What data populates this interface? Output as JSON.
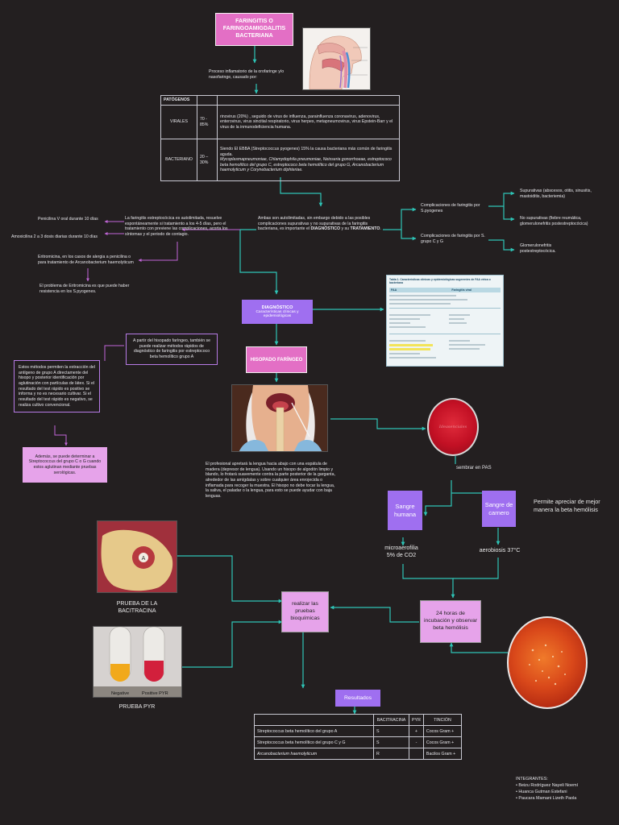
{
  "title": "FARINGITIS O FARINGOAMIGDALITIS BACTERIANA",
  "intro": "Proceso inflamatorio de la orofaringe y/o nasofaringe, causado por:",
  "pathogens_table": {
    "header": "PATÓGENOS",
    "rows": [
      {
        "type": "VIRALES",
        "percent": "70 - 85%",
        "text": "rinovirus (20%) , seguido de virus de influenza, parainfluenza coronavirus, adenovirus, enterovirus, virus sincitial respiratorio, virus herpes, metapneumovirus, virus Epstein-Barr y el virus de la inmunodeficiencia humana."
      },
      {
        "type": "BACTERIANO",
        "percent": "20 – 30%",
        "text_line1": "Siendo El EBBA (Streptococcus pyogenes) 15% la causa bacteriana más común de faringitis aguda.",
        "text_line2": "Mycoplasmapneumoniae, Chlamydophila pneumoniae, Neisseria gonorrhoeae, estreptococo beta hemolítico del grupo C, estreptococo beta hemolítico del grupo G, Arcanobacterium haemolyticum y Corynebacterium diphteriae."
      }
    ]
  },
  "center_text": {
    "before": "Ambas son autolimitadas, sin embargo debido a las posibles complicaciones supurativas y no supurativas de la faringitis bacteriana, es importante el ",
    "diagnostico": "DIAGNÓSTICO",
    "middle": " y su ",
    "tratamiento": "TRATAMIENTO",
    "after": "."
  },
  "treatment": {
    "intro": "La faringitis estreptocócica es autolimitada, resuelve espontáneamente si tratamiento a los 4-5 días, pero el tratamiento con previene las complicaciones, acorta los síntomas y el periodo de contagio.",
    "penicilina": "Penicilina V oral durante 10 días",
    "amoxicilina": "Amoxicilina 2 a 3 dosis diarias durante 10 días",
    "eritromicina": "Eritromicina, en los casos de alergia a penicilina o para tratamiento de Arcanobacterium haemolyticum",
    "problem": "El problema de Eritromicina es que puede haber resistencia en los S.pyogenes."
  },
  "complications": {
    "pyogenes": "Complicaciones de faringitis por S.pyogenes",
    "grupo_cg": "Complicaciones de faringitis por S. grupo C y G",
    "supurativas": "Supurativas (abscesos, otitis, sinusitis, mastoiditis, bacteriemia)",
    "no_supurativas": "No supurativas (fiebre reumática, glomerulonefritis postestreptocócica)",
    "glomerulo": "Glomerulonefritis postestreptocócica."
  },
  "diagnostico_box": {
    "title": "DIAGNÓSTICO",
    "subtitle": "Características clínicas y epidemiológicas"
  },
  "table_image": {
    "caption": "Tabla 1. Características clínicas y epidemiológicas sugerentes de FAA vírica o bacteriana",
    "col1": "FAA",
    "col2": "Faringitis viral"
  },
  "hisopado": {
    "label": "HISOPADO FARÍNGEO",
    "rapid_text": "A partir del hisopado faríngeo, también se puede realizar métodos rápidos de diagnóstico de faringitis por estreptococo beta hemolítico grupo A",
    "methods_text": "Estos métodos permiten la extracción del antígeno de grupo A directamente del hisopo y posterior identificación por aglutinación con partículas de látex. Si el resultado del test rápido es positivo se informa y no es necesario cultivar. Si el resultado del test rápido es negativo, se realiza cultivo convencional.",
    "extra_text": "Además, se puede determinar a Streptococcus del grupo C o G cuando estos aglutinan mediante pruebas serológicas.",
    "procedure_text": "El profesional apretará la lengua hacia abajo con una espátula de madera (depresor de lengua). Usando un hisopo de algodón limpio y blando, lo frotará suavemente contra la parte posterior de la garganta, alrededor de las amígdalas y sobre cualquier área enrojecida o inflamada para recoger la muestra. El hisopo no debe tocar la lengua, la saliva, el paladar o la lengua, para esto se puede ayudar con baja lenguas."
  },
  "culture": {
    "plate_label": "Ideasenciales",
    "sembrar": "sembrar en PAS",
    "sangre_humana": "Sangre humana",
    "sangre_carnero": "Sangre de carnero",
    "beta_text": "Permite apreciar de mejor manera la beta hemólisis",
    "micro": "microaerofilia 5% de CO2",
    "aero": "aerobiosis 37°C",
    "incubacion": "24 horas de incubación y observar beta hemólisis",
    "pruebas": "realizar las pruebas bioquímicas",
    "resultados": "Resultados"
  },
  "photos": {
    "bacitracina_caption": "PRUEBA DE LA BACITRACINA",
    "bacitracina_disk": "A",
    "pyr_caption": "PRUEBA PYR",
    "pyr_negative": "Negative",
    "pyr_positive": "Positive PYR"
  },
  "results_table": {
    "headers": [
      "BACITRACINA",
      "PYR",
      "TINCIÓN"
    ],
    "rows": [
      {
        "organism": "Streptococcus beta hemolítico del grupo A",
        "bacitracina": "S",
        "pyr": "+",
        "tincion": "Cocos Gram +"
      },
      {
        "organism": "Streptococcus beta hemolítico del grupo C y G",
        "bacitracina": "S",
        "pyr": "-",
        "tincion": "Cocos Gram +"
      },
      {
        "organism": "Arcanobacterium haemolyticum",
        "bacitracina": "R",
        "pyr": "",
        "tincion": "Bacilos Gram +"
      }
    ]
  },
  "team": {
    "title": "INTEGRANTES:",
    "members": [
      "• Beizu Rodríguez Nayeli Noemí",
      "• Huanca Gutman Estefani",
      "• Paucara Mamani Lizeth Paola"
    ]
  },
  "colors": {
    "background": "#231f20",
    "arrow": "#2ec4b6",
    "pink": "#e36fc5",
    "violet": "#9f6ff0",
    "lilac": "#e6a3ea"
  }
}
